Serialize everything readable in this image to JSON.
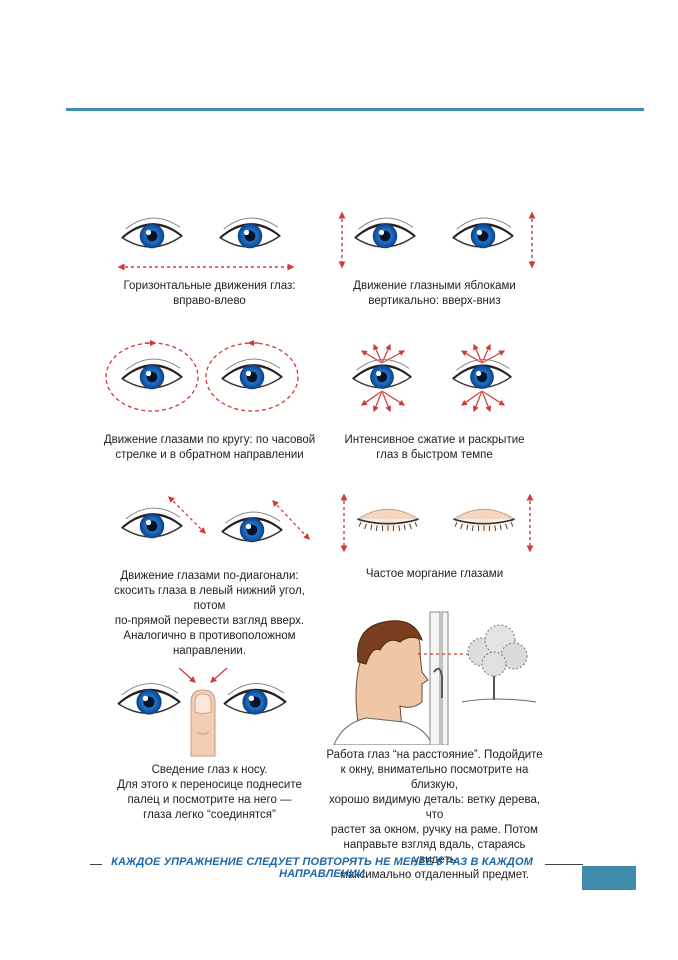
{
  "exercises": [
    {
      "caption": "Горизонтальные движения глаз:\nвправо-влево"
    },
    {
      "caption": "Движение глазными яблоками\nвертикально: вверх-вниз"
    },
    {
      "caption": "Движение глазами по кругу: по часовой\nстрелке и в обратном направлении"
    },
    {
      "caption": "Интенсивное сжатие и раскрытие\nглаз в быстром темпе"
    },
    {
      "caption": "Движение глазами по-диагонали:\nскосить глаза в левый нижний угол, потом\nпо-прямой перевести взгляд вверх.\nАналогично в противоположном\nнаправлении."
    },
    {
      "caption": "Частое моргание глазами"
    },
    {
      "caption": "Сведение глаз к носу.\nДля этого к переносице поднесите\nпалец и посмотрите на него —\nглаза легко “соединятся”"
    },
    {
      "caption": "Работа глаз “на расстояние”. Подойдите\nк окну, внимательно посмотрите на близкую,\nхорошо видимую деталь: ветку дерева, что\nрастет за окном, ручку на раме. Потом\nнаправьте взгляд вдаль, стараясь увидеть\nмаксимально отдаленный предмет."
    }
  ],
  "footer": {
    "note": "КАЖДОЕ УПРАЖНЕНИЕ СЛЕДУЕТ ПОВТОРЯТЬ НЕ МЕНЕЕ 6 РАЗ В КАЖДОМ НАПРАВЛЕНИИ"
  },
  "colors": {
    "accent": "#3f8cad",
    "arrow": "#cf3a3a",
    "iris": "#1f6fc4",
    "footer_text": "#1f67a8"
  }
}
